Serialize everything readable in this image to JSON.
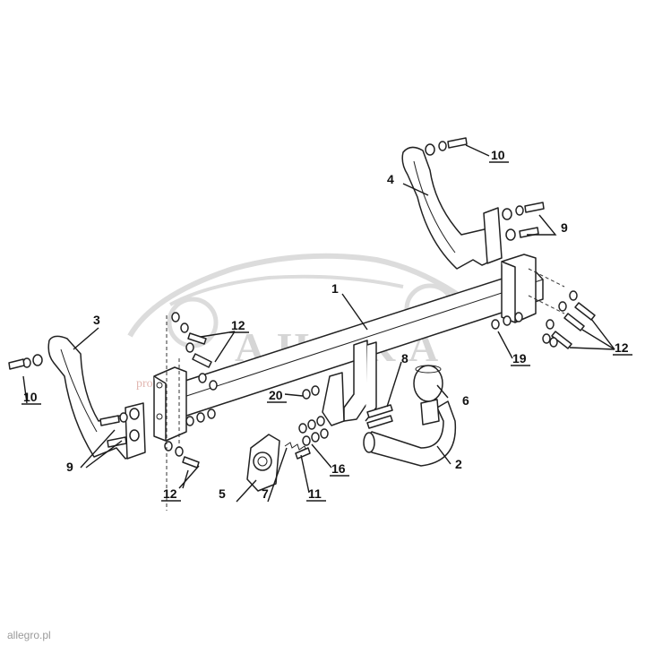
{
  "watermark": {
    "brand": "AHAKA",
    "tagline": "profesjonalne haki"
  },
  "footer": {
    "site": "allegro.pl"
  },
  "labels": [
    "1",
    "2",
    "3",
    "4",
    "5",
    "6",
    "7",
    "8",
    "9",
    "9",
    "10",
    "10",
    "11",
    "12",
    "12",
    "12",
    "16",
    "19",
    "20"
  ],
  "colors": {
    "ink": "#1a1a1a",
    "watermark": "#d6d6d6"
  }
}
